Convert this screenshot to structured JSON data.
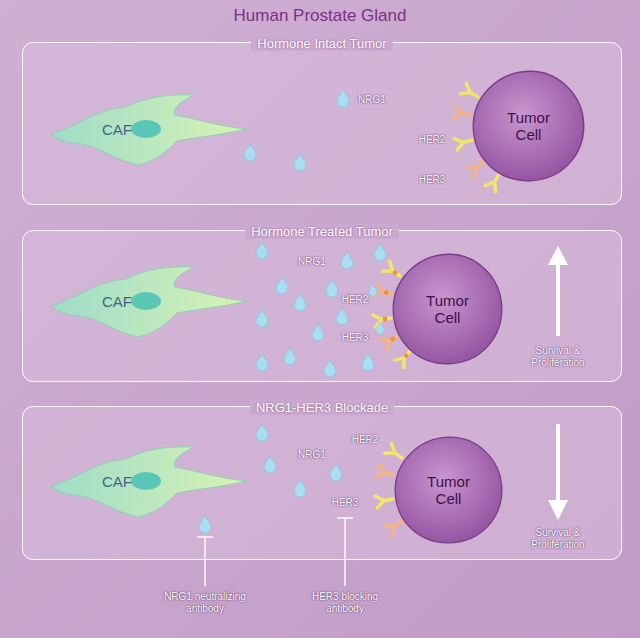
{
  "diagram": {
    "title": "Human Prostate Gland",
    "nodes": [
      {
        "text": [
          "Hormone Intact Tumor"
        ]
      },
      {
        "text": [
          "CAF"
        ],
        "in": 0
      },
      {
        "text": [
          "Tumor Cell"
        ],
        "in": 0
      },
      {
        "text": [
          "Hormone Treated Tumor"
        ]
      },
      {
        "text": [
          "CAF"
        ],
        "in": 3
      },
      {
        "text": [
          "Tumor Cell"
        ],
        "in": 3
      },
      {
        "text": [
          "NRG1-HER3 Blockade"
        ]
      },
      {
        "text": [
          "CAF"
        ],
        "in": 6
      },
      {
        "text": [
          "Tumor Cell"
        ],
        "in": 6
      }
    ],
    "labels": [
      "NRG1",
      "HER2",
      "HER3",
      "NRG1",
      "HER2",
      "HER3",
      "Survival & Proliferation",
      "NRG1",
      "HER2",
      "HER3",
      "Survival & Proliferation",
      "NRG1 neutralizing antibody",
      "HER3 blocking antibody"
    ]
  }
}
